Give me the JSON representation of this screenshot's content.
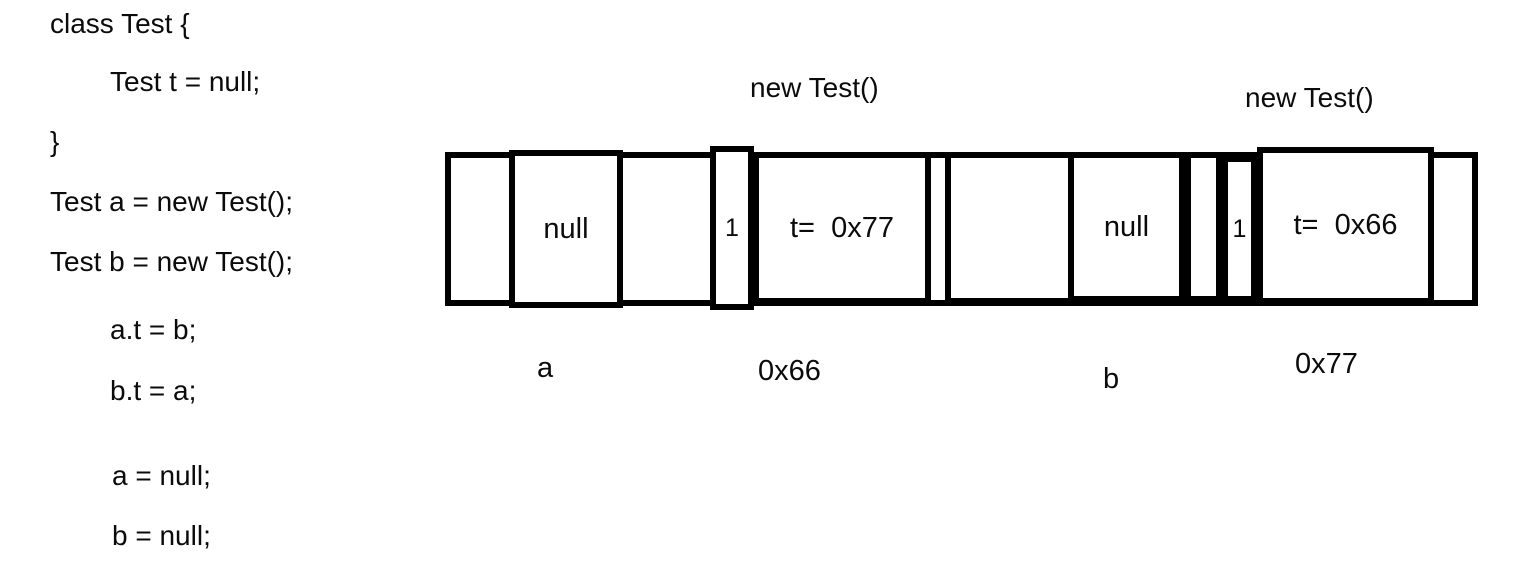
{
  "code": {
    "lines": [
      "class Test {",
      "Test t = null;",
      "}",
      "Test a = new Test();",
      "Test b = new Test();",
      "a.t = b;",
      "b.t = a;",
      "a = null;",
      "b = null;"
    ]
  },
  "diagram": {
    "constructor_labels": [
      "new Test()",
      "new Test()"
    ],
    "memory": {
      "var_a": {
        "value": "null",
        "label": "a"
      },
      "refcount_a": {
        "value": "1"
      },
      "object_at_0x66": {
        "value": "t=  0x77",
        "address_label": "0x66"
      },
      "var_b": {
        "value": "null",
        "label": "b"
      },
      "refcount_b": {
        "value": "1"
      },
      "object_at_0x77": {
        "value": "t=  0x66",
        "address_label": "0x77"
      }
    },
    "colors": {
      "stroke": "#000000",
      "background": "#ffffff"
    }
  }
}
